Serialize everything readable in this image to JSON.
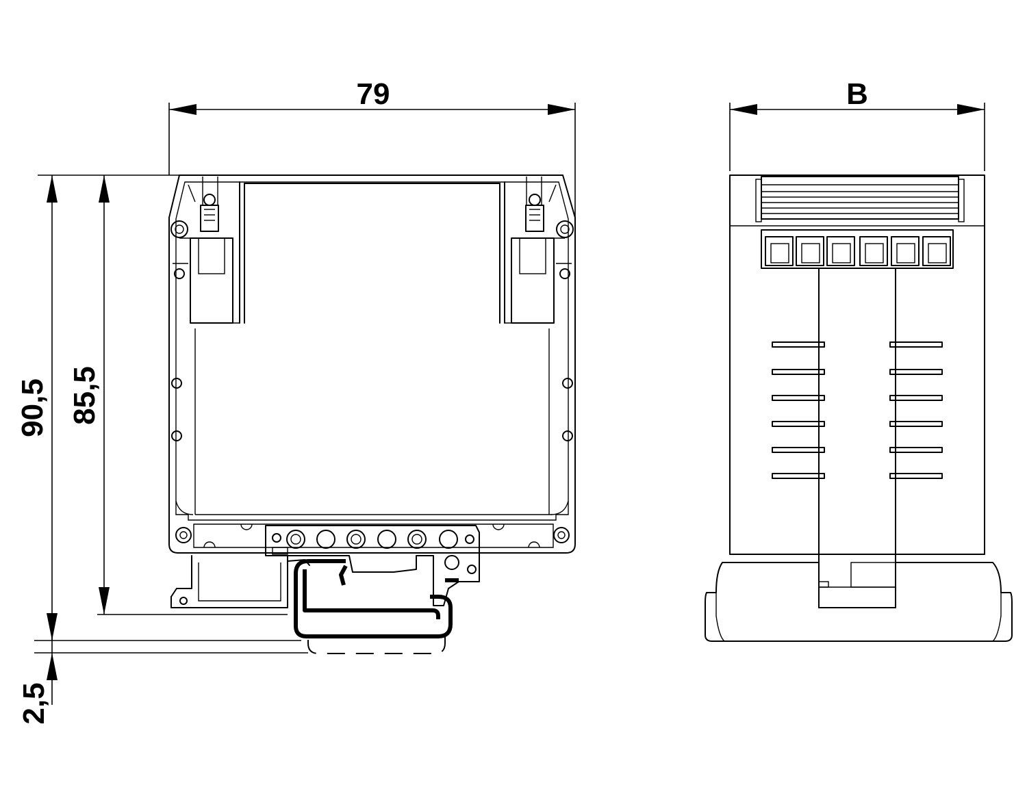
{
  "dimensions": {
    "width_front": "79",
    "width_side": "B",
    "height_total": "90,5",
    "height_body": "85,5",
    "rail_offset": "2,5"
  }
}
